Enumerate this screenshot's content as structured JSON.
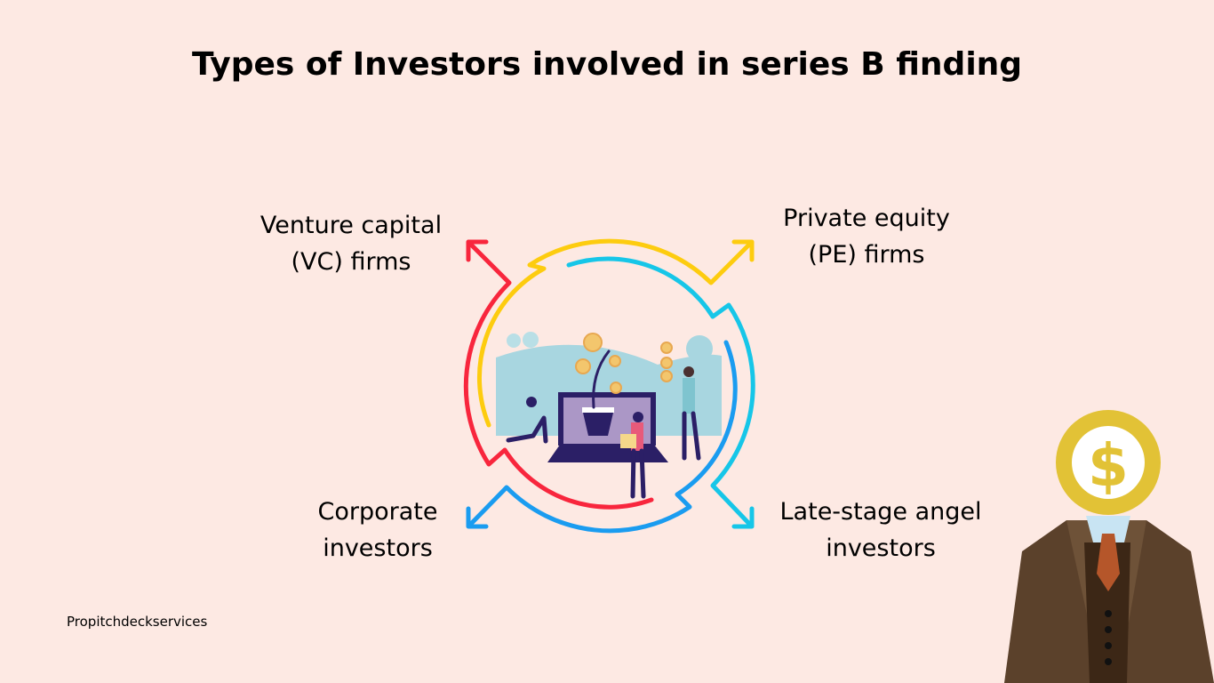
{
  "title": "Types of Investors involved in series B finding",
  "labels": {
    "vc": [
      "Venture capital",
      "(VC) firms"
    ],
    "pe": [
      "Private equity",
      "(PE) firms"
    ],
    "corporate": [
      "Corporate",
      "investors"
    ],
    "angel": [
      "Late-stage angel",
      "investors"
    ]
  },
  "brand": "Propitchdeckservices",
  "colors": {
    "background": "#fde9e3",
    "red": "#f8263d",
    "yellow": "#fdcc0f",
    "cyan": "#16c6e8",
    "blue": "#1a9cf0"
  }
}
